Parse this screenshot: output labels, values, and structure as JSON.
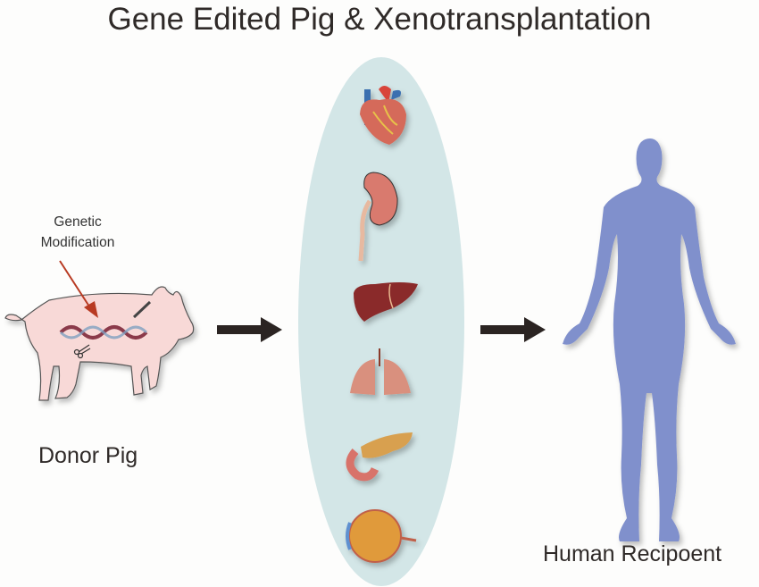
{
  "title": "Gene Edited Pig & Xenotransplantation",
  "donor": {
    "label": "Donor Pig",
    "annotation_line1": "Genetic",
    "annotation_line2": "Modification"
  },
  "organs": [
    "heart",
    "kidney",
    "liver",
    "lungs",
    "pancreas",
    "eye"
  ],
  "recipient": {
    "label": "Human Recipoent"
  },
  "colors": {
    "pig": "#f8d9d7",
    "panel": "#d3e6e7",
    "human": "#8090cc",
    "arrow": "#2b2422",
    "annotation_arrow": "#b83a22"
  }
}
